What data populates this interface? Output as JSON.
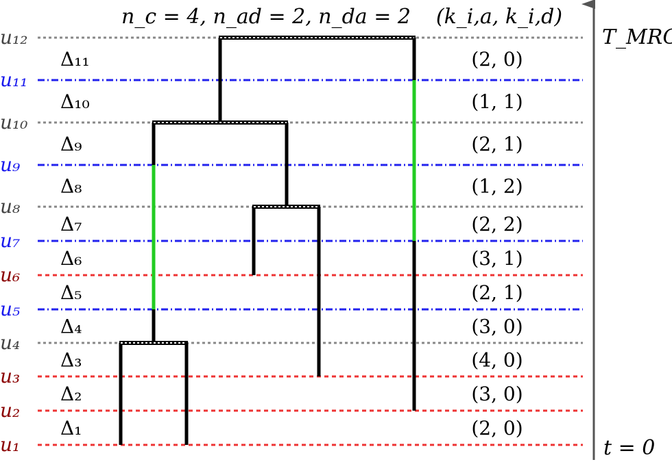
{
  "header": {
    "params_label": "n_c = 4, n_ad = 2, n_da = 2",
    "pair_label": "(k_i,a, k_i,d)"
  },
  "time_axis": {
    "top_label": "T_MRCA",
    "bottom_label": "t = 0"
  },
  "colors": {
    "coalescence": "#888888",
    "migration": "#2222ee",
    "sample": "#ee3333",
    "branch": "#000000",
    "migrating_lineage": "#22cc22",
    "label_gray": "#444444",
    "label_blue": "#1a1aee",
    "label_red": "#8b0000"
  },
  "events": [
    {
      "id": "u12",
      "label": "u₁₂",
      "type": "coalescence"
    },
    {
      "id": "u11",
      "label": "u₁₁",
      "type": "migration"
    },
    {
      "id": "u10",
      "label": "u₁₀",
      "type": "coalescence"
    },
    {
      "id": "u9",
      "label": "u₉",
      "type": "migration"
    },
    {
      "id": "u8",
      "label": "u₈",
      "type": "coalescence"
    },
    {
      "id": "u7",
      "label": "u₇",
      "type": "migration"
    },
    {
      "id": "u6",
      "label": "u₆",
      "type": "sample"
    },
    {
      "id": "u5",
      "label": "u₅",
      "type": "migration"
    },
    {
      "id": "u4",
      "label": "u₄",
      "type": "coalescence"
    },
    {
      "id": "u3",
      "label": "u₃",
      "type": "sample"
    },
    {
      "id": "u2",
      "label": "u₂",
      "type": "sample"
    },
    {
      "id": "u1",
      "label": "u₁",
      "type": "sample"
    }
  ],
  "intervals": [
    {
      "label": "Δ₁₁",
      "pair": "(2, 0)"
    },
    {
      "label": "Δ₁₀",
      "pair": "(1, 1)"
    },
    {
      "label": "Δ₉",
      "pair": "(2, 1)"
    },
    {
      "label": "Δ₈",
      "pair": "(1, 2)"
    },
    {
      "label": "Δ₇",
      "pair": "(2, 2)"
    },
    {
      "label": "Δ₆",
      "pair": "(3, 1)"
    },
    {
      "label": "Δ₅",
      "pair": "(2, 1)"
    },
    {
      "label": "Δ₄",
      "pair": "(3, 0)"
    },
    {
      "label": "Δ₃",
      "pair": "(4, 0)"
    },
    {
      "label": "Δ₂",
      "pair": "(3, 0)"
    },
    {
      "label": "Δ₁",
      "pair": "(2, 0)"
    }
  ]
}
